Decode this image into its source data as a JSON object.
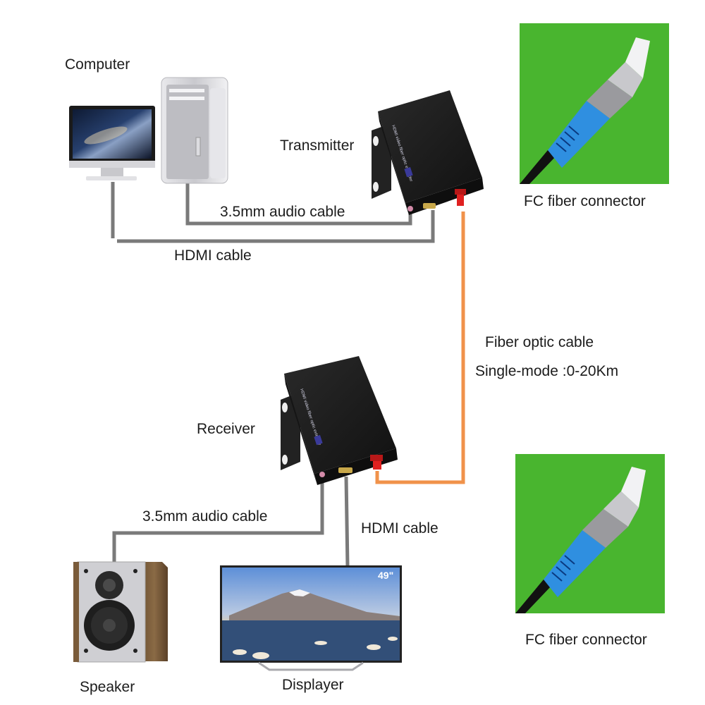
{
  "diagram": {
    "title_labels": {
      "computer": "Computer",
      "transmitter": "Transmitter",
      "receiver": "Receiver",
      "speaker": "Speaker",
      "displayer": "Displayer"
    },
    "cables": {
      "tx_audio": "3.5mm audio cable",
      "tx_hdmi": "HDMI cable",
      "rx_audio": "3.5mm audio cable",
      "rx_hdmi": "HDMI cable",
      "fiber": "Fiber optic cable",
      "fiber_spec": "Single-mode :0-20Km"
    },
    "connectors": [
      {
        "caption": "FC fiber connector"
      },
      {
        "caption": "FC fiber connector"
      }
    ],
    "tv_size_badge": "49\"",
    "colors": {
      "cable_gray": "#7a7a7a",
      "fiber_orange": "#f0924a",
      "device_black": "#1b1b1b",
      "grass_green": "#3fae2a",
      "connector_blue": "#2f8fe0",
      "port_red": "#e02020"
    }
  }
}
